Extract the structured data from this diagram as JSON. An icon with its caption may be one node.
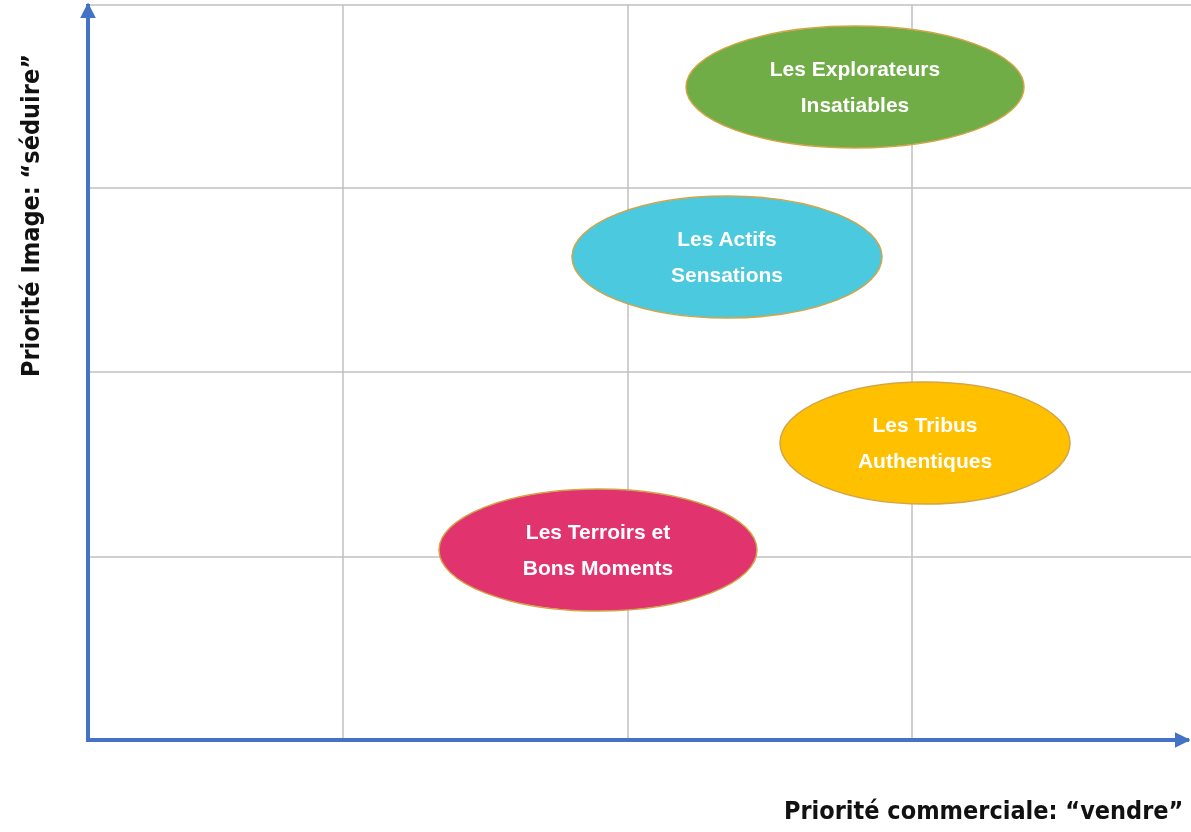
{
  "diagram": {
    "nodes": [
      {
        "text": [
          "Les Explorateurs Insatiables"
        ]
      },
      {
        "text": [
          "Les Actifs Sensations"
        ]
      },
      {
        "text": [
          "Les Tribus Authentiques"
        ]
      },
      {
        "text": [
          "Les Terroirs et Bons Moments"
        ]
      }
    ],
    "labels": [
      "Priorité Image: “séduire”",
      "Priorité commerciale: “vendre”"
    ]
  }
}
